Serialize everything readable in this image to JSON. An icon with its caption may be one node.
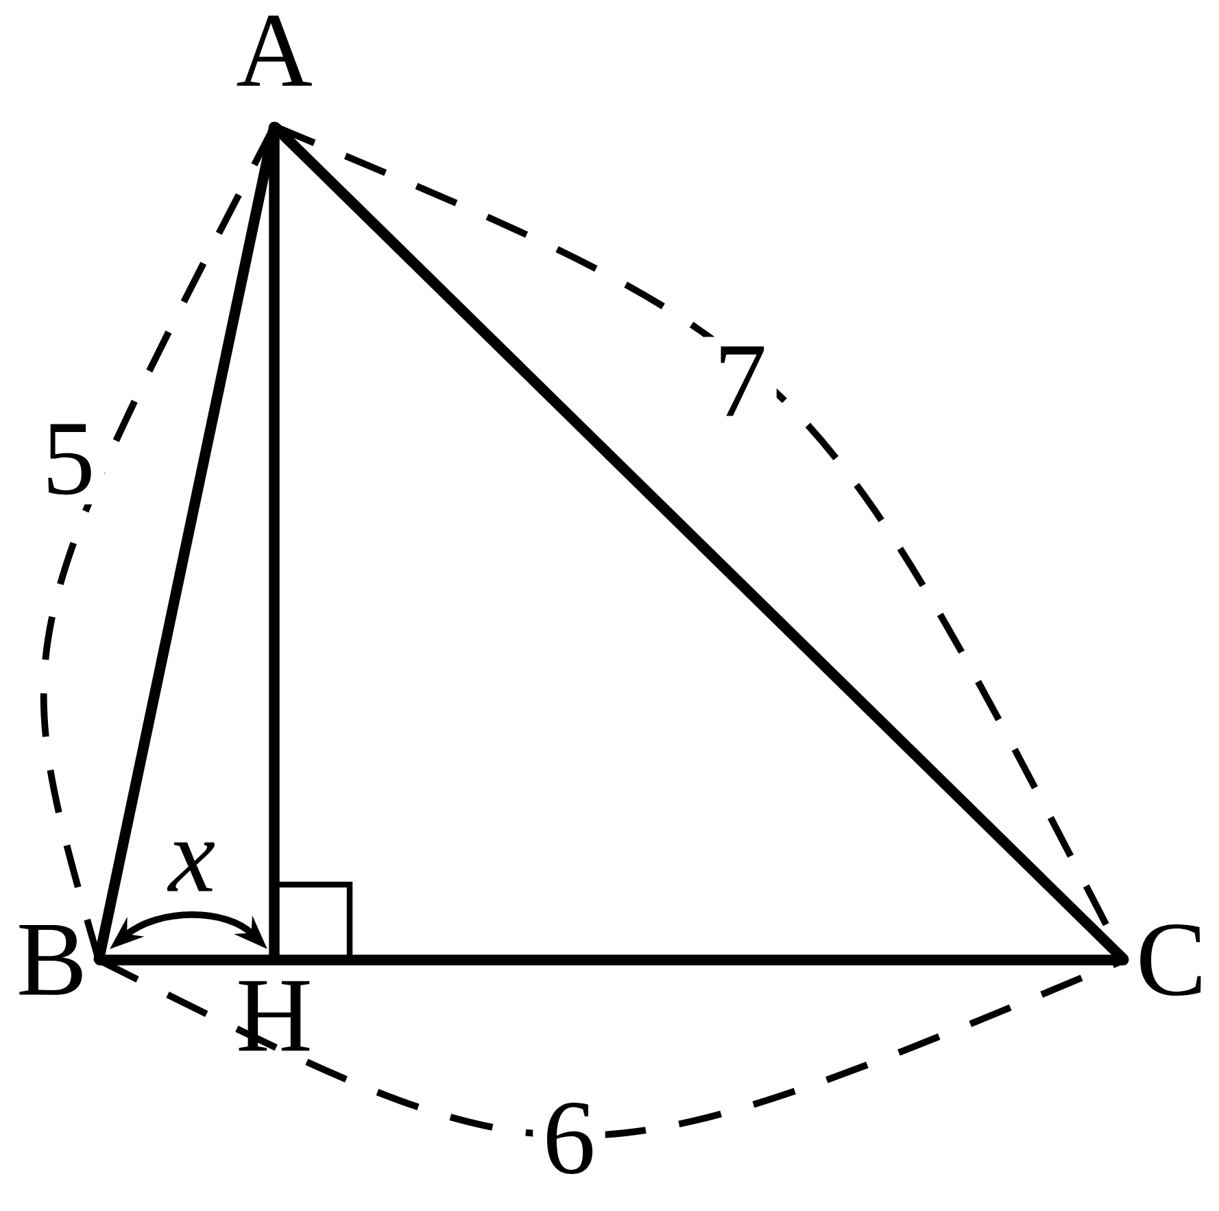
{
  "diagram": {
    "nodes": [
      {
        "text": [
          "A"
        ]
      },
      {
        "text": [
          "B"
        ]
      },
      {
        "text": [
          "C"
        ]
      },
      {
        "text": [
          "H"
        ]
      }
    ],
    "edges": [
      {
        "from": 0,
        "to": 1,
        "arrow": "none"
      },
      {
        "from": 0,
        "to": 2,
        "arrow": "none"
      },
      {
        "from": 1,
        "to": 2,
        "arrow": "none"
      },
      {
        "from": 0,
        "to": 3,
        "arrow": "none"
      }
    ],
    "labels": [
      "5",
      "7",
      "6",
      "x"
    ]
  }
}
